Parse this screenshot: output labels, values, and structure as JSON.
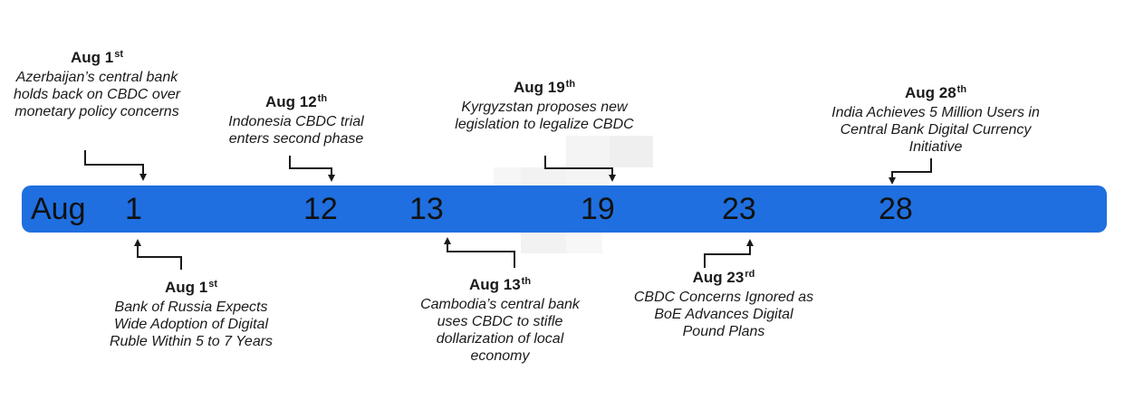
{
  "timeline": {
    "month_label": "Aug",
    "day_marks": [
      "1",
      "12",
      "13",
      "19",
      "23",
      "28"
    ],
    "bar_color": "#1f6fe0"
  },
  "events": [
    {
      "month": "Aug",
      "day": "1",
      "suffix": "st",
      "description": "Azerbaijan’s central bank holds back on CBDC over monetary policy concerns",
      "position": "above"
    },
    {
      "month": "Aug",
      "day": "1",
      "suffix": "st",
      "description": "Bank of Russia Expects Wide Adoption of Digital Ruble Within 5 to 7 Years",
      "position": "below"
    },
    {
      "month": "Aug",
      "day": "12",
      "suffix": "th",
      "description": "Indonesia CBDC trial enters second phase",
      "position": "above"
    },
    {
      "month": "Aug",
      "day": "13",
      "suffix": "th",
      "description": "Cambodia’s central bank uses CBDC to stifle dollarization of local economy",
      "position": "below"
    },
    {
      "month": "Aug",
      "day": "19",
      "suffix": "th",
      "description": "Kyrgyzstan proposes new legislation to legalize CBDC",
      "position": "above"
    },
    {
      "month": "Aug",
      "day": "23",
      "suffix": "rd",
      "description": "CBDC Concerns Ignored as BoE Advances Digital Pound Plans",
      "position": "below"
    },
    {
      "month": "Aug",
      "day": "28",
      "suffix": "th",
      "description": "India Achieves 5 Million Users in Central Bank Digital Currency Initiative",
      "position": "above"
    }
  ]
}
